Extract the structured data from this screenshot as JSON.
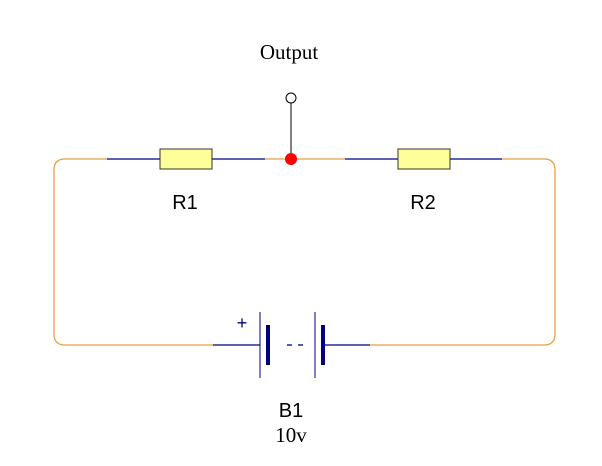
{
  "output_label": "Output",
  "resistors": [
    {
      "label": "R1"
    },
    {
      "label": "R2"
    }
  ],
  "battery": {
    "label": "B1",
    "value": "10v",
    "polarity_mark": "+"
  },
  "colors": {
    "wire": "#e8a040",
    "lead": "#000080",
    "resistor_fill": "#ffff99",
    "node": "#ff0000",
    "terminal": "#000000"
  }
}
